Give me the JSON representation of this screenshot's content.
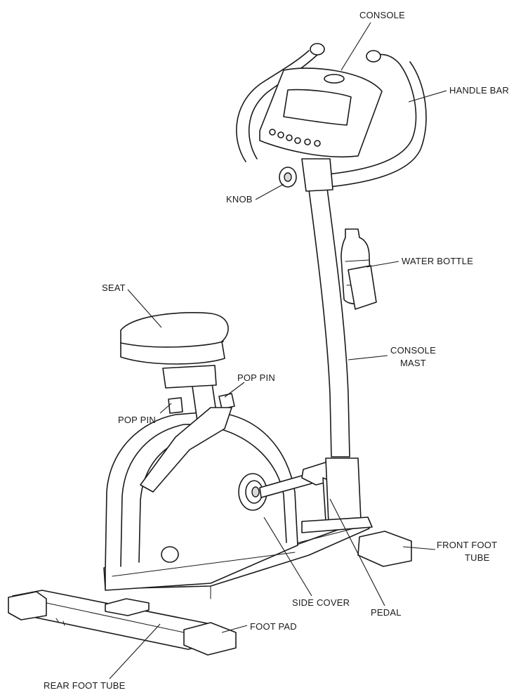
{
  "labels": {
    "console": "CONSOLE",
    "handle_bar": "HANDLE BAR",
    "knob": "KNOB",
    "water_bottle": "WATER BOTTLE",
    "seat": "SEAT",
    "console_mast_1": "CONSOLE",
    "console_mast_2": "MAST",
    "pop_pin_upper": "POP PIN",
    "pop_pin_lower": "POP PIN",
    "front_foot_tube_1": "FRONT FOOT",
    "front_foot_tube_2": "TUBE",
    "side_cover": "SIDE COVER",
    "pedal": "PEDAL",
    "foot_pad": "FOOT PAD",
    "rear_foot_tube": "REAR FOOT TUBE"
  }
}
